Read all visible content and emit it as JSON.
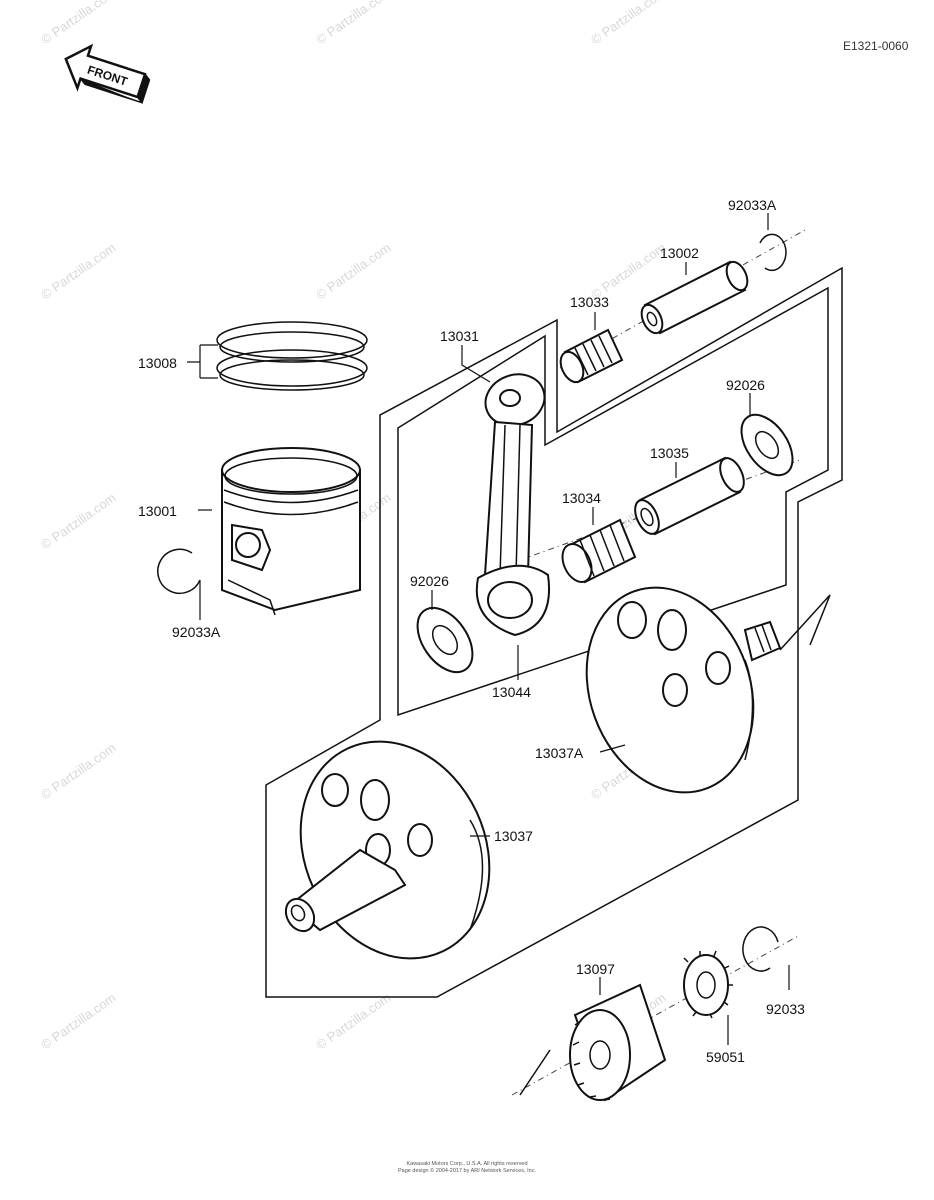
{
  "diagram_code": "E1321-0060",
  "front_label": "FRONT",
  "watermark": "© Partzilla.com",
  "parts": {
    "p13008": "13008",
    "p13001": "13001",
    "p92033A_left": "92033A",
    "p13031": "13031",
    "p13033": "13033",
    "p13002": "13002",
    "p92033A_top": "92033A",
    "p92026_right": "92026",
    "p13035": "13035",
    "p13034": "13034",
    "p92026_left": "92026",
    "p13044": "13044",
    "p13037A": "13037A",
    "p13037": "13037",
    "p13097": "13097",
    "p59051": "59051",
    "p92033": "92033"
  },
  "footer": {
    "line1": "Kawasaki Motors Corp., U.S.A. All rights reserved",
    "line2": "Page design © 2004-2017 by ARI Network Services, Inc."
  }
}
